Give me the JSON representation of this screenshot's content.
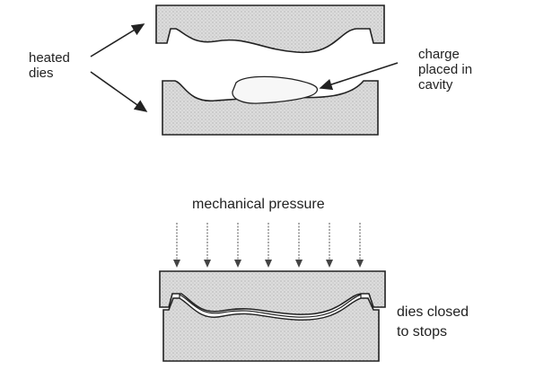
{
  "diagram": {
    "labels": {
      "heated_dies": [
        "heated",
        "dies"
      ],
      "charge": [
        "charge",
        "placed in",
        "cavity"
      ],
      "pressure": "mechanical pressure",
      "closed": [
        "dies closed",
        "to stops"
      ]
    },
    "colors": {
      "ink": "#222222",
      "die_fill": "#dcdcdc",
      "charge_fill": "#f7f7f7",
      "background": "#ffffff"
    },
    "pressure_arrow_count": 7
  }
}
